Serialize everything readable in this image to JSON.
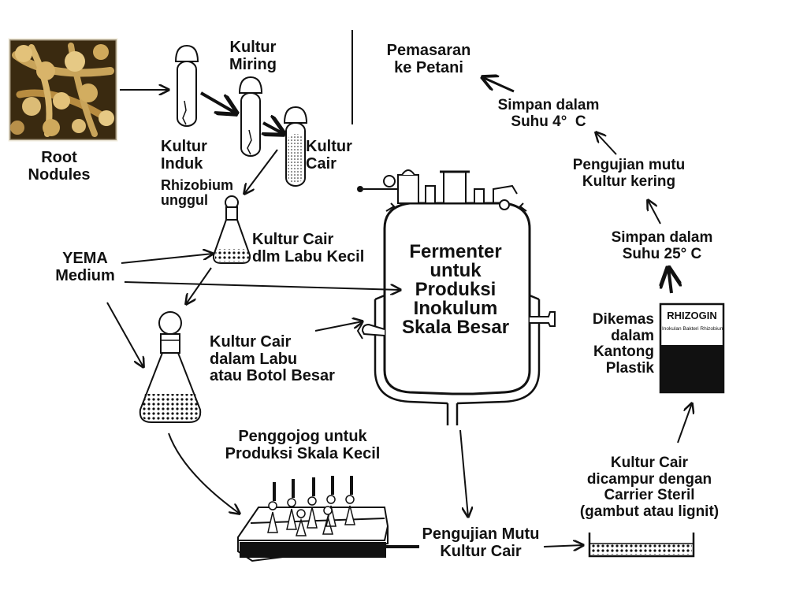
{
  "labels": {
    "root_nodules": "Root\nNodules",
    "kultur_miring": "Kultur\nMiring",
    "kultur_induk": "Kultur\nInduk",
    "rhizobium_unggul": "Rhizobium\nunggul",
    "kultur_cair": "Kultur\nCair",
    "yema_medium": "YEMA\nMedium",
    "labu_kecil": "Kultur Cair\ndlm Labu Kecil",
    "labu_besar": "Kultur Cair\ndalam Labu\natau Botol Besar",
    "fermenter": "Fermenter\nuntuk\nProduksi\nInokulum\nSkala Besar",
    "penggojog": "Penggojog untuk\nProduksi Skala Kecil",
    "pengujian_mutu_cair": "Pengujian Mutu\nKultur Cair",
    "dicampur_carrier": "Kultur Cair\ndicampur dengan\nCarrier Steril\n(gambut atau lignit)",
    "dikemas": "Dikemas\ndalam\nKantong\nPlastik",
    "simpan_25": "Simpan dalam\nSuhu 25° C",
    "pengujian_mutu_kering": "Pengujian mutu\nKultur kering",
    "simpan_4": "Simpan dalam\nSuhu 4°  C",
    "pemasaran": "Pemasaran\nke Petani"
  },
  "package": {
    "brand": "RHIZOGIN",
    "subtitle": "Inokulan Bakteri Rhizobium"
  },
  "colors": {
    "ink": "#111111",
    "nodule_bg": "#3a2a10",
    "nodule": "#c9a45a"
  }
}
